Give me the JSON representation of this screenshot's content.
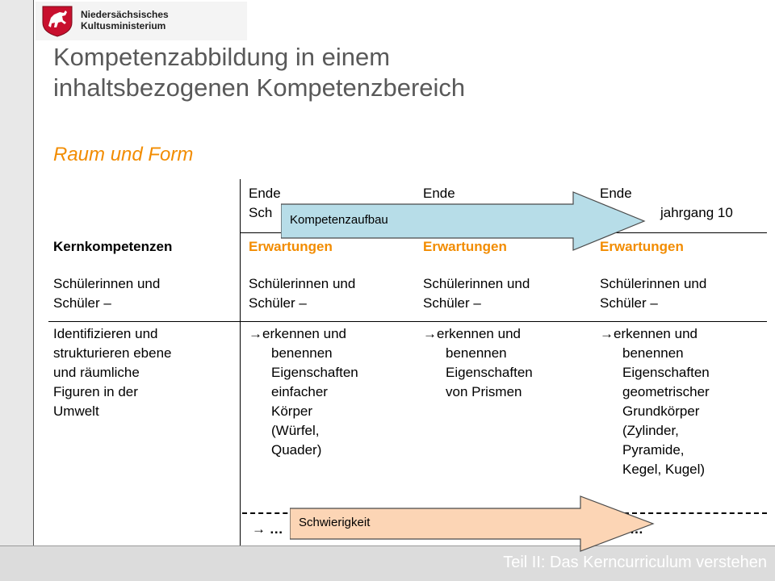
{
  "logo": {
    "line1": "Niedersächsisches",
    "line2": "Kultusministerium"
  },
  "title": {
    "line1": "Kompetenzabbildung in einem",
    "line2": "inhaltsbezogenen Kompetenzbereich"
  },
  "subtitle": "Raum und Form",
  "table": {
    "headers": [
      {
        "line1": "",
        "line2": ""
      },
      {
        "line1": "Ende",
        "line2": "Sch"
      },
      {
        "line1": "Ende",
        "line2": ""
      },
      {
        "line1": "Ende",
        "line2": "jahrgang 10"
      }
    ],
    "row_labels": [
      "Kernkompetenzen",
      "Erwartungen",
      "Erwartungen",
      "Erwartungen"
    ],
    "subject_line1": "Schülerinnen und",
    "subject_line2": "Schüler –",
    "kernkompetenz": [
      "Identifizieren und",
      "strukturieren ebene",
      "und räumliche",
      "Figuren in der",
      "Umwelt"
    ],
    "col2_first": "→erkennen und",
    "col2_rest": [
      "benennen",
      "Eigenschaften",
      "einfacher",
      "Körper",
      "(Würfel,",
      "Quader)"
    ],
    "col3_first": "→erkennen und",
    "col3_rest": [
      "benennen",
      "Eigenschaften",
      "von Prismen"
    ],
    "col4_first": "→erkennen und",
    "col4_rest": [
      "benennen",
      "Eigenschaften",
      "geometrischer",
      "Grundkörper",
      "(Zylinder,",
      "Pyramide,",
      "Kegel, Kugel)"
    ],
    "continuation_left": "→ …",
    "continuation_right": "…"
  },
  "arrows": {
    "top_label": "Kompetenzaufbau",
    "bottom_label": "Schwierigkeit",
    "top_color": "#b7dde8",
    "bottom_color": "#fcd5b5"
  },
  "footer": "Teil II: Das Kerncurriculum verstehen"
}
